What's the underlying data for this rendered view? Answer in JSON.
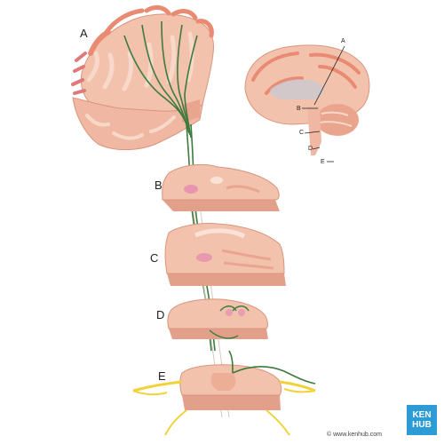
{
  "labels": {
    "a": "A",
    "b": "B",
    "c": "C",
    "d": "D",
    "e": "E"
  },
  "inset_labels": {
    "a": "A",
    "b": "B",
    "c": "C",
    "d": "D",
    "e": "E"
  },
  "logo": {
    "line1": "KEN",
    "line2": "HUB"
  },
  "credit": "© www.kenhub.com",
  "colors": {
    "tissue": "#f3c2ad",
    "tissue_dark": "#e2a08b",
    "gyri": "#e98a73",
    "tract": "#3d7a3e",
    "nerve": "#f2d23a",
    "highlight": "#e58bb0",
    "logo_bg": "#2d9cd6"
  }
}
